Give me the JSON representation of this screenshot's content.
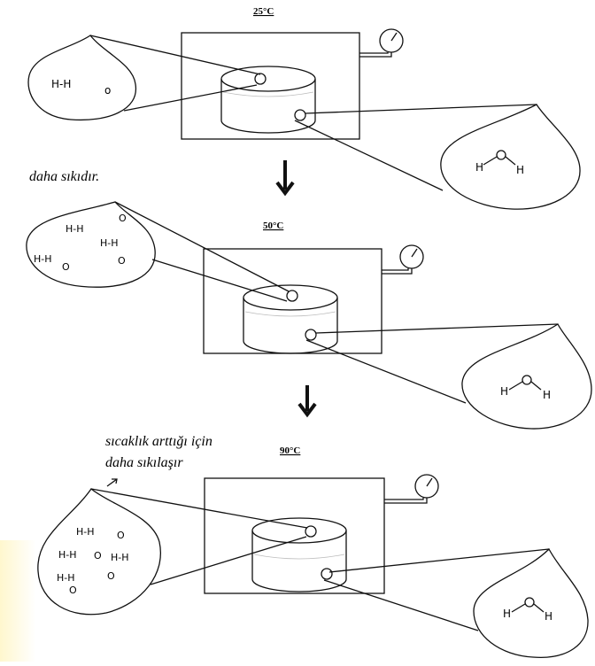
{
  "stages": [
    {
      "temperature": "25°C",
      "gas_blob": {
        "molecules": [
          "H-H",
          "o"
        ]
      },
      "liquid_blob": {
        "water": {
          "h_left": "H",
          "o": "O",
          "h_right": "H"
        }
      }
    },
    {
      "temperature": "50°C",
      "gas_blob": {
        "molecules": [
          "H-H",
          "O",
          "H-H",
          "H-H",
          "O",
          "O"
        ]
      },
      "liquid_blob": {
        "water": {
          "h_left": "H",
          "o": "O",
          "h_right": "H"
        }
      }
    },
    {
      "temperature": "90°C",
      "gas_blob": {
        "molecules": [
          "H-H",
          "O",
          "H-H",
          "O",
          "H-H",
          "H-H",
          "O",
          "O"
        ]
      },
      "liquid_blob": {
        "water": {
          "h_left": "H",
          "o": "O",
          "h_right": "H"
        }
      }
    }
  ],
  "notes": {
    "stage1": "daha sıkıdır.",
    "stage3_line1": "sıcaklık arttığı için",
    "stage3_line2": "daha sıkılaşır"
  },
  "arrow_glyph": "↓"
}
